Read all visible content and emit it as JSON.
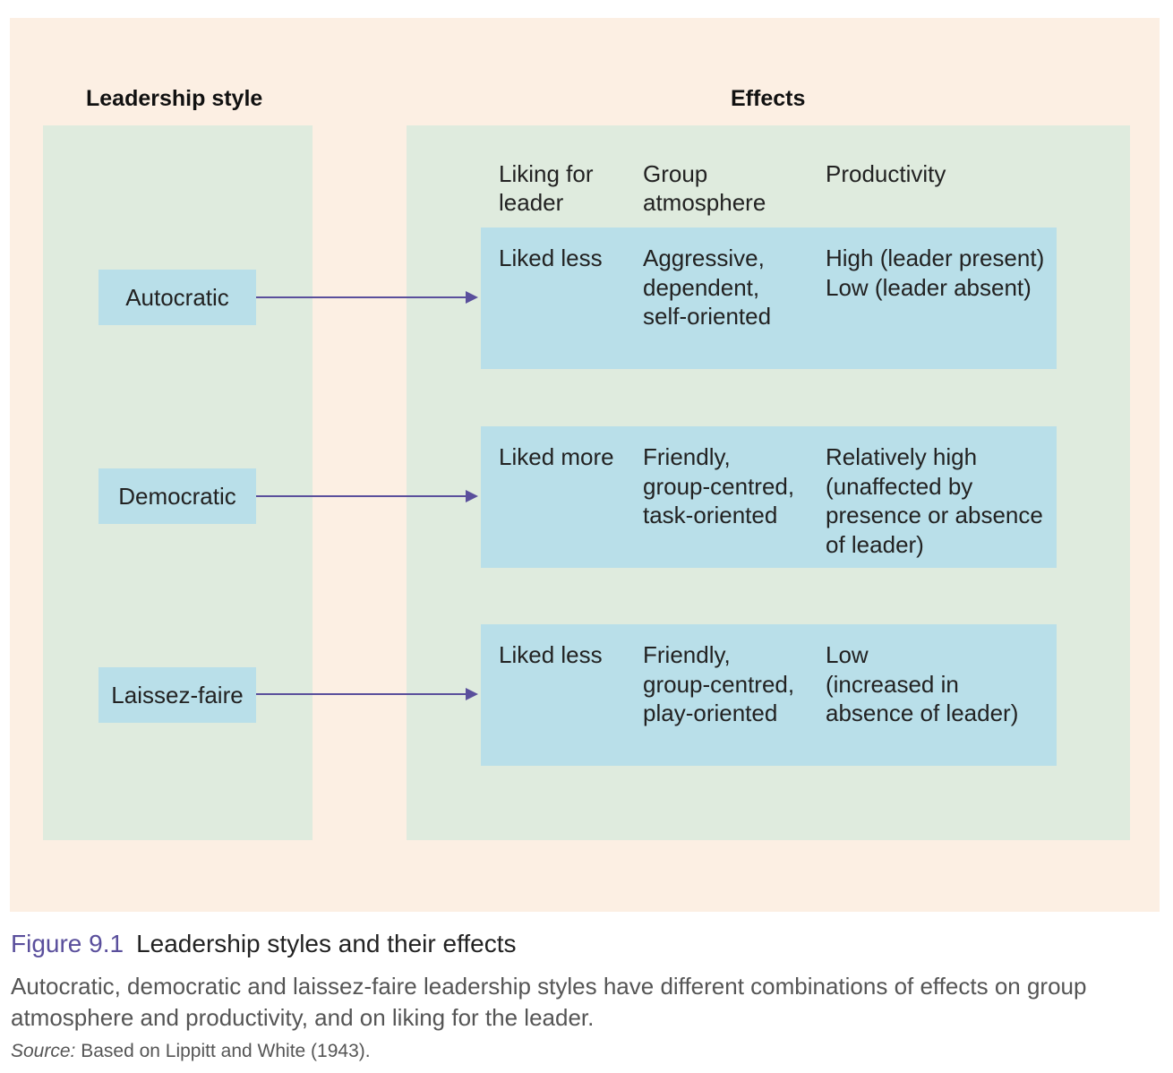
{
  "headings": {
    "left": "Leadership style",
    "right": "Effects"
  },
  "column_headers": {
    "liking": "Liking for\nleader",
    "atmosphere": "Group\natmosphere",
    "productivity": "Productivity"
  },
  "rows": [
    {
      "style": "Autocratic",
      "liking": "Liked less",
      "atmosphere": "Aggressive,\ndependent,\nself-oriented",
      "productivity": "High (leader present)\nLow (leader absent)"
    },
    {
      "style": "Democratic",
      "liking": "Liked more",
      "atmosphere": "Friendly,\ngroup-centred,\ntask-oriented",
      "productivity": "Relatively high\n(unaffected by\npresence or absence\nof leader)"
    },
    {
      "style": "Laissez-faire",
      "liking": "Liked less",
      "atmosphere": "Friendly,\ngroup-centred,\nplay-oriented",
      "productivity": "Low\n(increased in\nabsence of leader)"
    }
  ],
  "figure": {
    "number": "Figure 9.1",
    "title": "Leadership styles and their effects",
    "caption": "Autocratic, democratic and laissez-faire leadership styles have different combinations of effects on group atmosphere and productivity, and on liking for the leader.",
    "source_label": "Source:",
    "source_text": " Based on Lippitt and White (1943)."
  },
  "colors": {
    "panel_bg": "#fcefe3",
    "column_bg": "#dfebde",
    "box_bg": "#b9dfe9",
    "arrow": "#5a4f9c",
    "figure_number": "#5a4f9c"
  }
}
